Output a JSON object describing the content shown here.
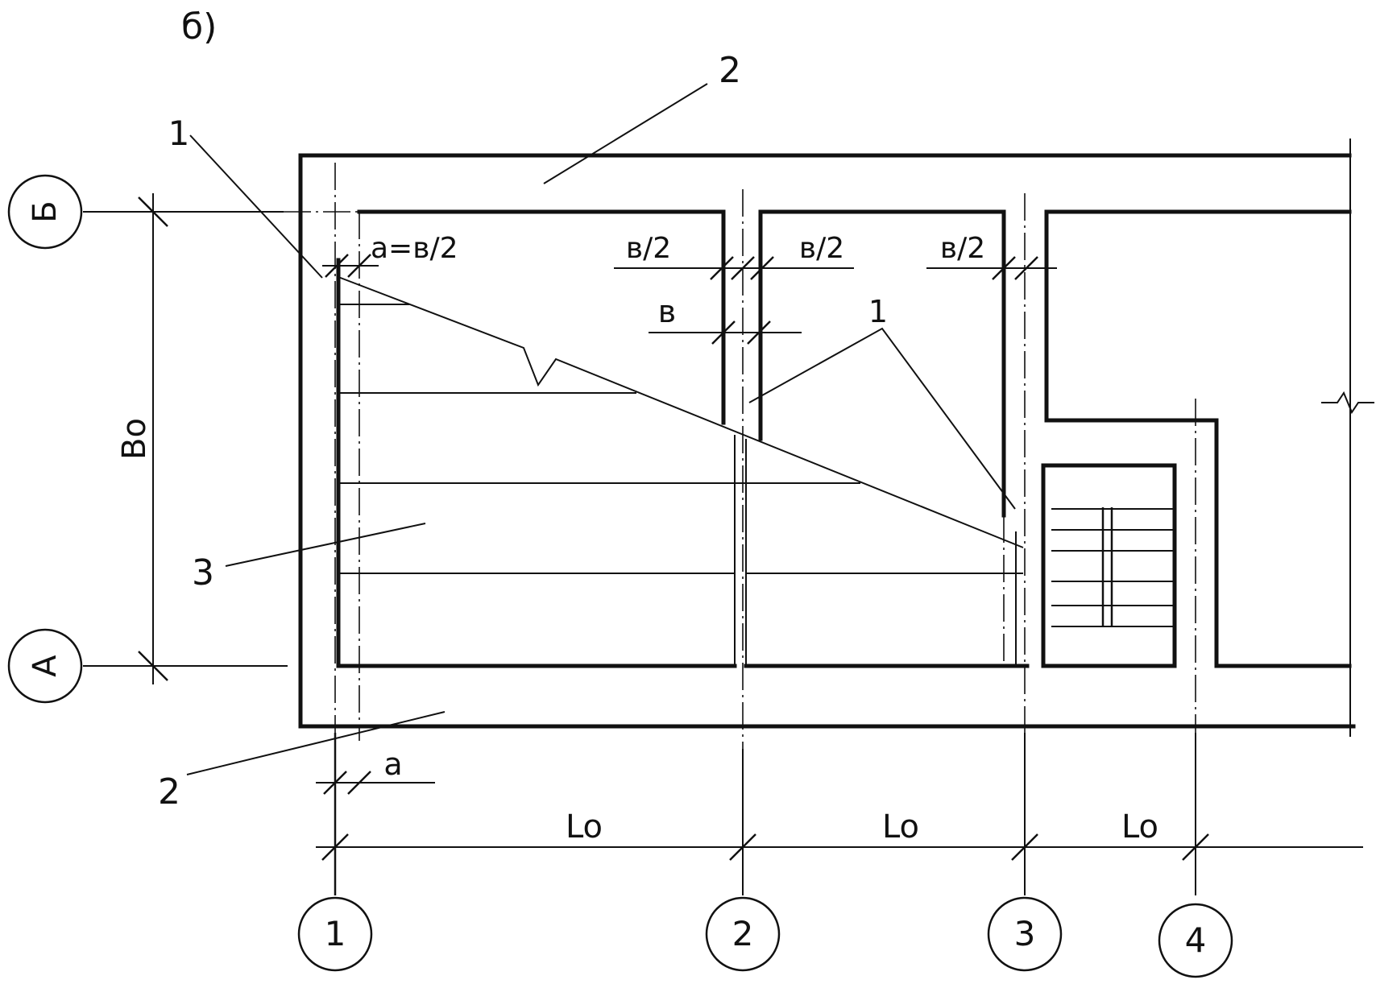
{
  "figure_label": "б)",
  "row_axes": [
    {
      "id": "row-axis-b",
      "label": "Б"
    },
    {
      "id": "row-axis-a",
      "label": "А"
    }
  ],
  "column_axes": [
    {
      "id": "column-axis-1",
      "label": "1"
    },
    {
      "id": "column-axis-2",
      "label": "2"
    },
    {
      "id": "column-axis-3",
      "label": "3"
    },
    {
      "id": "column-axis-4",
      "label": "4"
    }
  ],
  "dimensions": {
    "depth": "Bo",
    "span_1_2": "Lo",
    "span_2_3": "Lo",
    "span_3_4": "Lo",
    "offset_top": "a=в/2",
    "offset_bottom": "a",
    "half_wall_left_2": "в/2",
    "half_wall_right_2": "в/2",
    "half_wall_left_3": "в/2",
    "wall_thickness": "в"
  },
  "callouts": {
    "label_1_left": "1",
    "label_1_right": "1",
    "label_2_top": "2",
    "label_2_bottom": "2",
    "label_3": "3"
  }
}
